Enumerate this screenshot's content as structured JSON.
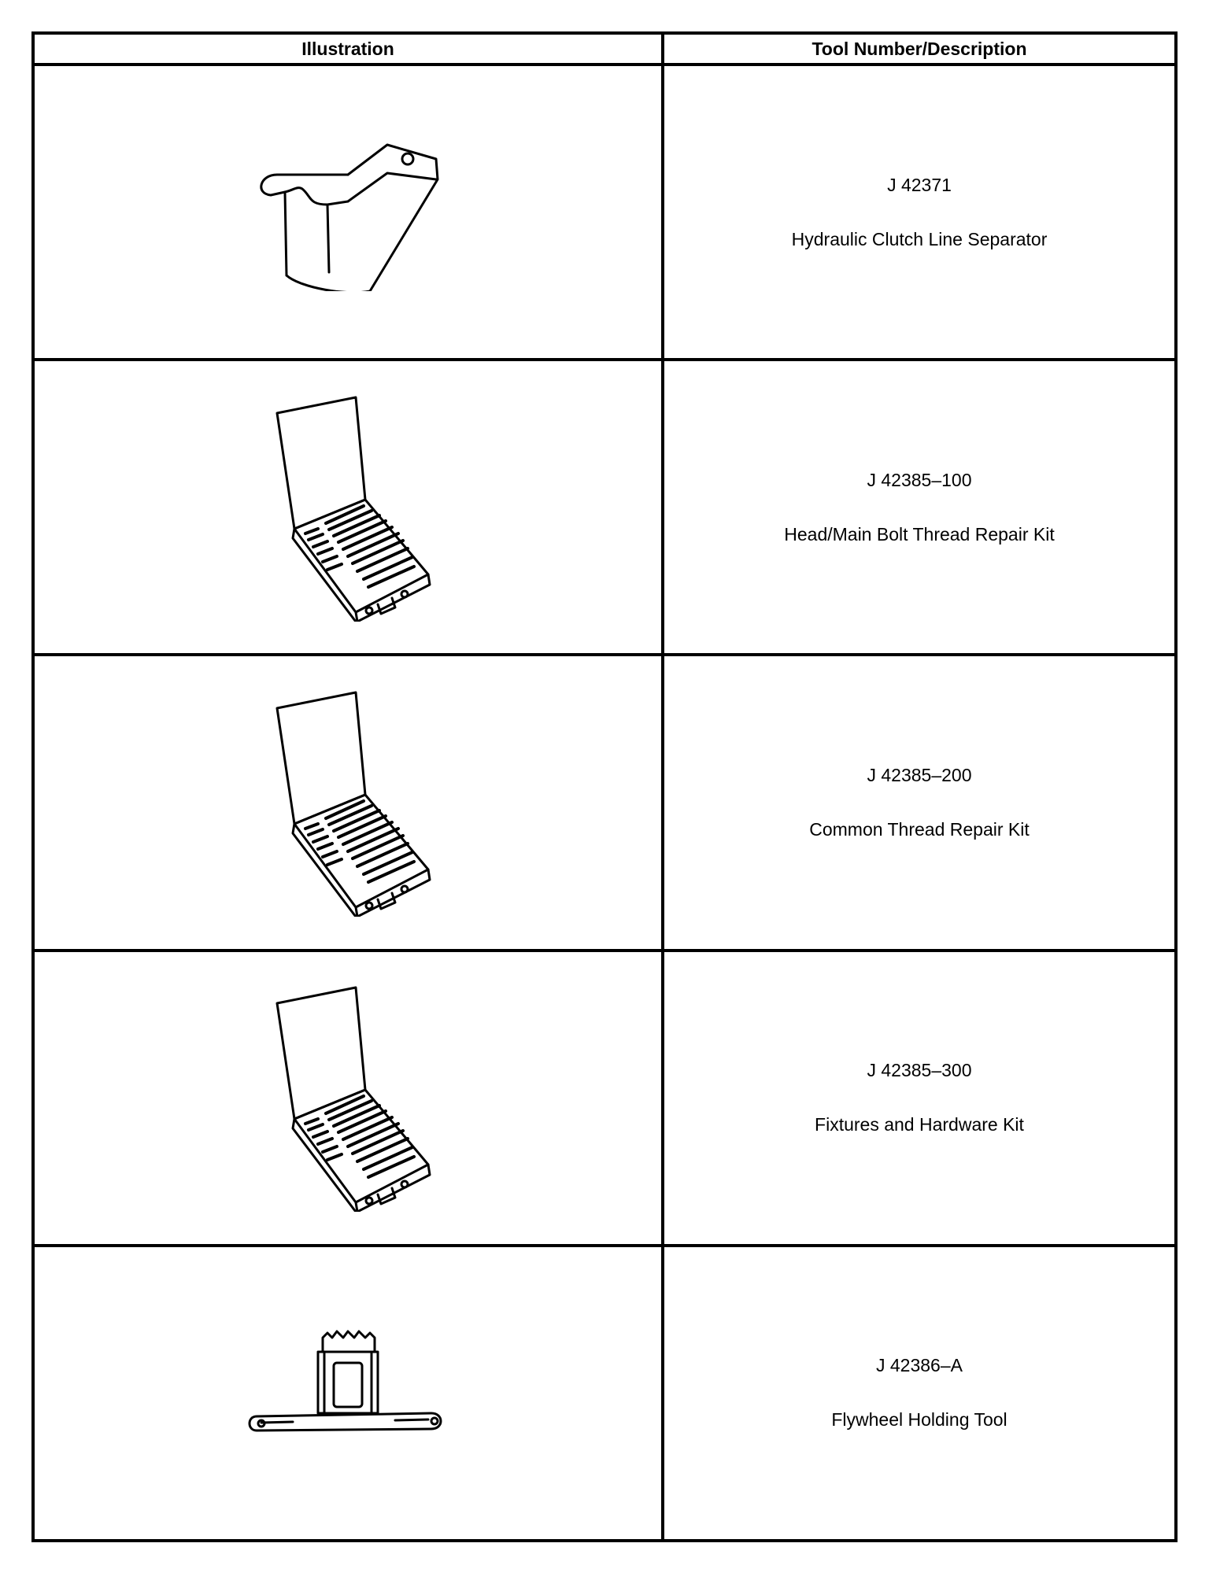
{
  "table": {
    "headers": {
      "illustration": "Illustration",
      "description": "Tool Number/Description"
    },
    "rows": [
      {
        "tool_number": "J 42371",
        "description": "Hydraulic Clutch Line Separator",
        "icon": "clutch-line-separator-icon"
      },
      {
        "tool_number": "J 42385–100",
        "description": "Head/Main Bolt Thread Repair Kit",
        "icon": "thread-repair-kit-icon"
      },
      {
        "tool_number": "J 42385–200",
        "description": "Common Thread Repair Kit",
        "icon": "thread-repair-kit-icon"
      },
      {
        "tool_number": "J 42385–300",
        "description": "Fixtures and Hardware Kit",
        "icon": "hardware-kit-icon"
      },
      {
        "tool_number": "J 42386–A",
        "description": "Flywheel Holding Tool",
        "icon": "flywheel-holding-tool-icon"
      }
    ]
  }
}
